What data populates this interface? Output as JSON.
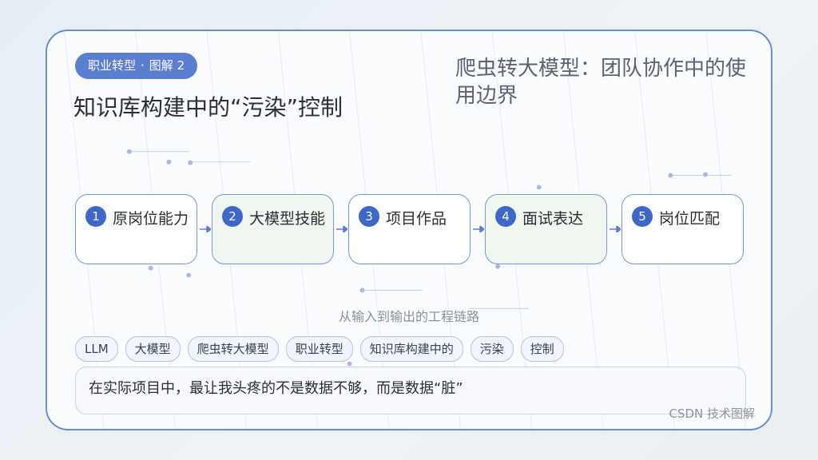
{
  "badge": {
    "category": "职业转型",
    "separator": "·",
    "figure": "图解 2"
  },
  "main_title": "知识库构建中的“污染”控制",
  "side_title": "爬虫转大模型：团队协作中的使用边界",
  "steps": [
    {
      "num": "1",
      "label": "原岗位能力"
    },
    {
      "num": "2",
      "label": "大模型技能"
    },
    {
      "num": "3",
      "label": "项目作品"
    },
    {
      "num": "4",
      "label": "面试表达"
    },
    {
      "num": "5",
      "label": "岗位匹配"
    }
  ],
  "caption": "从输入到输出的工程链路",
  "tags": [
    "LLM",
    "大模型",
    "爬虫转大模型",
    "职业转型",
    "知识库构建中的",
    "污染",
    "控制"
  ],
  "quote": "在实际项目中，最让我头疼的不是数据不够，而是数据“脏”",
  "footer": "CSDN 技术图解",
  "colors": {
    "accent": "#5b7fd0",
    "number_circle": "#3f67c8",
    "border": "#6e8ad0",
    "alt_step_fill": "#eef6ef"
  }
}
